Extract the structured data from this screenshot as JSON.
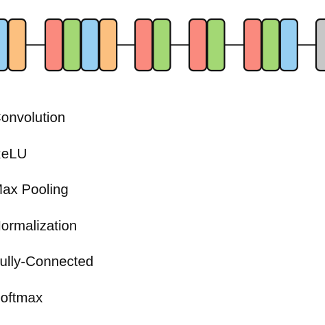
{
  "colors": {
    "convolution": "#fa8a7e",
    "relu": "#a3d874",
    "max_pooling": "#96cff2",
    "normalization": "#fcc07f",
    "fully_connected": "#c7c7c7",
    "softmax": "#ffffff",
    "outline": "#111111"
  },
  "pipeline": [
    [
      "max_pooling",
      "normalization"
    ],
    [
      "convolution",
      "relu",
      "max_pooling",
      "normalization"
    ],
    [
      "convolution",
      "relu"
    ],
    [
      "convolution",
      "relu"
    ],
    [
      "convolution",
      "relu",
      "max_pooling"
    ],
    [
      "fully_connected"
    ]
  ],
  "legend": [
    {
      "label": "Convolution"
    },
    {
      "label": "ReLU"
    },
    {
      "label": "Max Pooling"
    },
    {
      "label": "Normalization"
    },
    {
      "label": "Fully-Connected"
    },
    {
      "label": "Softmax"
    }
  ]
}
